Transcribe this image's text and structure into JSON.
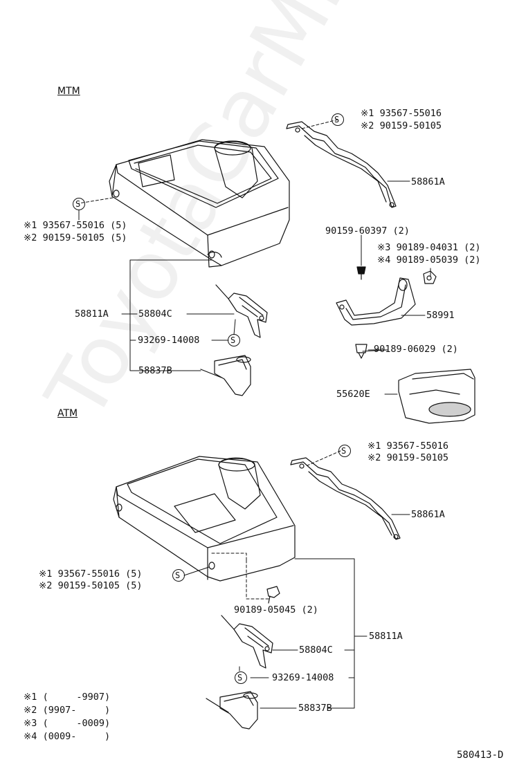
{
  "watermark": "ToyotaCarMine.ru",
  "diagram_id": "580413-D",
  "mtm": {
    "heading": "MTM",
    "screw_clip_left": [
      "※1 93567-55016 (5)",
      "※2 90159-50105 (5)"
    ],
    "screw_clip_right": [
      "※1 93567-55016",
      "※2 90159-50105"
    ],
    "part_58861A": "58861A",
    "part_90159_60397": "90159-60397 (2)",
    "nut_pair": [
      "※3 90189-04031 (2)",
      "※4 90189-05039 (2)"
    ],
    "part_58991": "58991",
    "part_90189_06029": "90189-06029 (2)",
    "part_55620E": "55620E",
    "part_58811A": "58811A",
    "part_58804C": "58804C",
    "part_93269": "93269-14008",
    "part_58837B": "58837B"
  },
  "atm": {
    "heading": "ATM",
    "screw_clip_right": [
      "※1 93567-55016",
      "※2 90159-50105"
    ],
    "part_58861A": "58861A",
    "screw_clip_left": [
      "※1 93567-55016 (5)",
      "※2 90159-50105 (5)"
    ],
    "part_90189_05045": "90189-05045 (2)",
    "part_58811A": "58811A",
    "part_58804C": "58804C",
    "part_93269": "93269-14008",
    "part_58837B": "58837B"
  },
  "legend": [
    "※1 (     -9907)",
    "※2 (9907-     )",
    "※3 (     -0009)",
    "※4 (0009-     )"
  ],
  "symbol_s": "S"
}
